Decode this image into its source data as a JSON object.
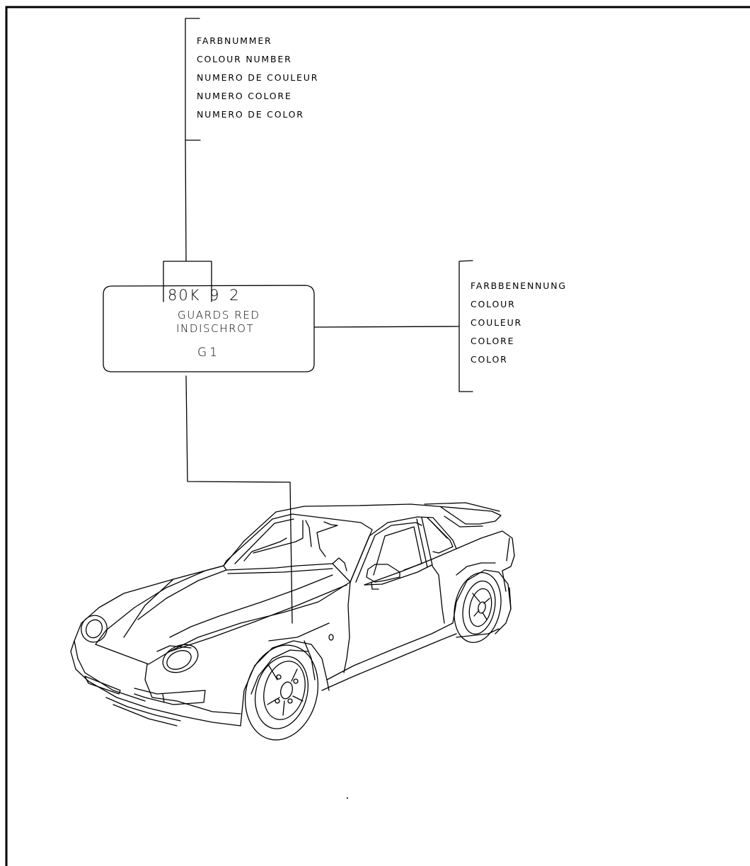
{
  "colour_number_legend": {
    "languages": [
      "FARBNUMMER",
      "COLOUR NUMBER",
      "NUMERO DE COULEUR",
      "NUMERO COLORE",
      "NUMERO DE COLOR"
    ]
  },
  "colour_name_legend": {
    "languages": [
      "FARBBENENNUNG",
      "COLOUR",
      "COULEUR",
      "COLORE",
      "COLOR"
    ]
  },
  "paint_label": {
    "color_code": "80K 9 2",
    "color_name_en": "GUARDS RED",
    "color_name_de": "INDISCHROT",
    "paint_code": "G1"
  },
  "colors": {
    "line": "#000000",
    "background": "#ffffff"
  }
}
